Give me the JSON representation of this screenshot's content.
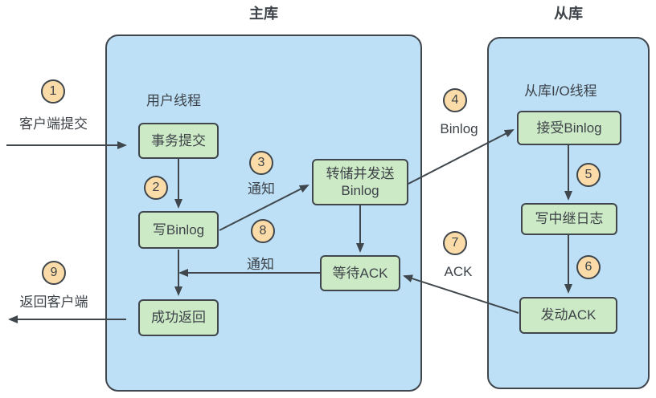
{
  "titles": {
    "master": "主库",
    "slave": "从库"
  },
  "master": {
    "thread_label": "用户线程",
    "nodes": {
      "commit": "事务提交",
      "write_binlog": "写Binlog",
      "dump_send_line1": "转储并发送",
      "dump_send_line2": "Binlog",
      "wait_ack": "等待ACK",
      "success_return": "成功返回"
    }
  },
  "slave": {
    "thread_label": "从库I/O线程",
    "nodes": {
      "receive_binlog": "接受Binlog",
      "write_relay_log": "写中继日志",
      "send_ack": "发动ACK"
    }
  },
  "steps": [
    {
      "num": "1",
      "label": "客户端提交"
    },
    {
      "num": "2"
    },
    {
      "num": "3",
      "label": "通知"
    },
    {
      "num": "4",
      "label": "Binlog"
    },
    {
      "num": "5"
    },
    {
      "num": "6"
    },
    {
      "num": "7",
      "label": "ACK"
    },
    {
      "num": "8",
      "label": "通知"
    },
    {
      "num": "9",
      "label": "返回客户端"
    }
  ],
  "colors": {
    "container_fill": "#BDE0F7",
    "node_fill": "#CDEAC7",
    "step_fill": "#FBDCA8",
    "stroke": "#3F464C",
    "text": "#3D4348"
  }
}
